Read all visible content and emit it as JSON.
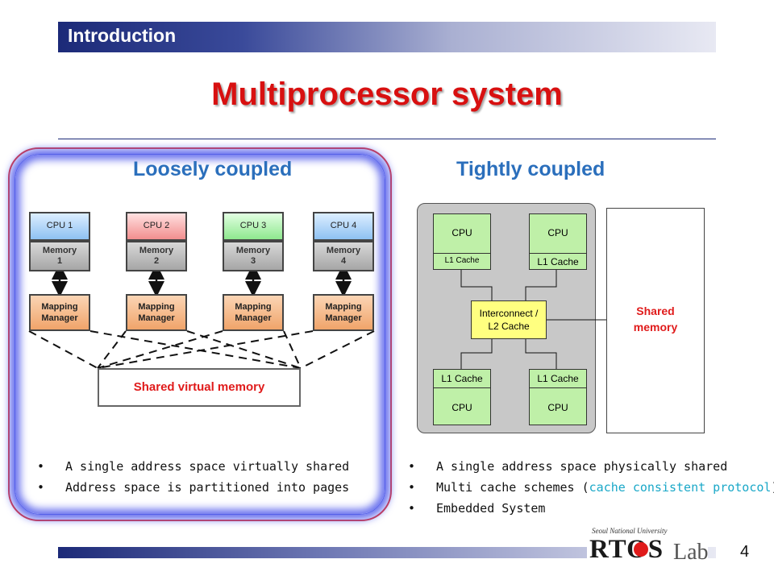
{
  "header": {
    "section": "Introduction",
    "title": "Multiprocessor system"
  },
  "loosely": {
    "heading": "Loosely coupled",
    "nodes": [
      {
        "cpu": "CPU 1",
        "memory": [
          "Memory",
          "1"
        ],
        "mapping": [
          "Mapping",
          "Manager"
        ],
        "cpu_color": "#8ec1f2"
      },
      {
        "cpu": "CPU 2",
        "memory": [
          "Memory",
          "2"
        ],
        "mapping": [
          "Mapping",
          "Manager"
        ],
        "cpu_color": "#f28e8e"
      },
      {
        "cpu": "CPU 3",
        "memory": [
          "Memory",
          "3"
        ],
        "mapping": [
          "Mapping",
          "Manager"
        ],
        "cpu_color": "#8ee88e"
      },
      {
        "cpu": "CPU 4",
        "memory": [
          "Memory",
          "4"
        ],
        "mapping": [
          "Mapping",
          "Manager"
        ],
        "cpu_color": "#8ec1f2"
      }
    ],
    "shared_virtual_memory": "Shared virtual memory",
    "bullets": [
      "A single address space virtually shared",
      "Address space is partitioned into pages"
    ]
  },
  "tightly": {
    "heading": "Tightly coupled",
    "top_left": {
      "cpu": "CPU",
      "cache": "L1 Cache"
    },
    "top_right": {
      "cpu": "CPU",
      "cache": "L1 Cache"
    },
    "interconnect": [
      "Interconnect /",
      "L2 Cache"
    ],
    "bottom_left": {
      "cache": "L1 Cache",
      "cpu": "CPU"
    },
    "bottom_right": {
      "cache": "L1 Cache",
      "cpu": "CPU"
    },
    "shared_memory": [
      "Shared",
      "memory"
    ],
    "bullets": [
      {
        "text": "A single address space physically shared"
      },
      {
        "pre": "Multi cache schemes (",
        "highlight": "cache consistent protocol",
        "post": ")"
      },
      {
        "text": "Embedded System"
      }
    ]
  },
  "footer": {
    "university": "Seoul National University",
    "logo_rtos": "RTOS",
    "logo_lab": "Lab",
    "page_number": "4"
  },
  "colors": {
    "header_blue": "#1c2a78",
    "title_red": "#d81010",
    "section_blue": "#2b6fbc",
    "highlight_cyan": "#1aa8c8"
  }
}
